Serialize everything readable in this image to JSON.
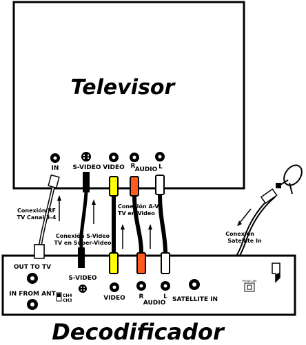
{
  "tv": {
    "title": "Televisor",
    "ports": {
      "in": "IN",
      "svideo": "S-VIDEO",
      "video": "VIDEO",
      "r": "R",
      "audio": "AUDIO",
      "l": "L"
    }
  },
  "decoder": {
    "title": "Decodificador",
    "ports": {
      "out_to_tv": "OUT TO TV",
      "in_from_ant": "IN FROM ANT",
      "ch4": "CH4",
      "ch3": "CH3",
      "svideo": "S-VIDEO",
      "video": "VIDEO",
      "r": "R",
      "audio": "AUDIO",
      "l": "L",
      "satellite_in": "SATELLITE IN",
      "phone": "PHONE LINE"
    }
  },
  "connections": {
    "rf": {
      "line1": "Conexión RF",
      "line2": "TV Canal 3-4"
    },
    "svideo": {
      "line1": "Conexión S-Video",
      "line2": "TV en Super-Video"
    },
    "av": {
      "line1": "Conexión A-V",
      "line2": "TV en Video"
    },
    "satellite": {
      "line1": "Conexión",
      "line2": "Satellite In"
    }
  },
  "colors": {
    "video_plug": "#ffff00",
    "audio_r_plug": "#ff5a1f",
    "audio_l_plug": "#ffffff",
    "outline": "#000000"
  }
}
